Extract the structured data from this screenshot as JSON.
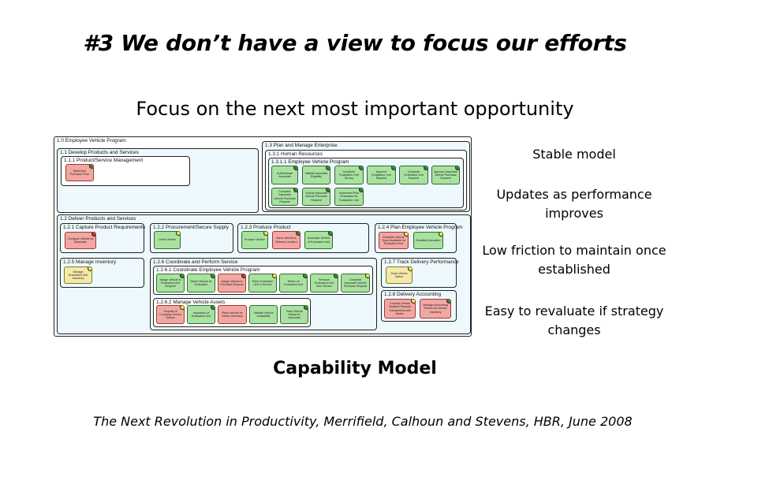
{
  "slide": {
    "title": "#3 We don’t have a view to focus our efforts",
    "subtitle": "Focus on the next most important opportunity",
    "model_caption": "Capability Model",
    "citation": "The Next Revolution in Productivity, Merrifield, Calhoun and Stevens, HBR, June 2008"
  },
  "benefits": [
    "Stable model",
    "Updates as performance improves",
    "Low friction to maintain once established",
    "Easy to revaluate if strategy changes"
  ],
  "colors": {
    "capability_green": "#a9e2a0",
    "capability_red": "#f1a8a2",
    "capability_yellow": "#f4e9a8",
    "status_green": "#3a8a3a",
    "status_yellow": "#f4ee40",
    "status_red": "#c83a2a",
    "container_fill": "#eef9fd"
  },
  "model": {
    "root": "1.0 Employee Vehicle Program",
    "develop": {
      "label": "1.1 Develop Products and Services",
      "product_mgmt": "1.1.1 Product/Service Management",
      "caps": [
        "Determine Purchase Price"
      ]
    },
    "plan": {
      "label": "1.3 Plan and Manage Enterprise",
      "hr": "1.3.1 Human Resources",
      "evp": "1.3.1.1 Employee Vehicle Program",
      "caps": [
        "Authenticate Associate",
        "Validate Associate Eligibility",
        "Complete Evaluation Unit Survey",
        "Approve Evaluation Unit Request",
        "Complete Evaluation Unit Request",
        "Approve Associate Vehicle Purchase Request",
        "Complete Associate Vehicle Purchase Request",
        "Submit Associate Vehicle Purchase Request",
        "Implement Pilot Evaluation for Evaluation Unit"
      ]
    },
    "deliver": {
      "label": "1.2 Deliver Products and Services",
      "capture": {
        "label": "1.2.1 Capture Product Requirements",
        "caps": [
          "Configure Vehicle for Associate"
        ]
      },
      "procure": {
        "label": "1.2.2 Procurement/Secure Supply",
        "caps": [
          "Order Vehicle"
        ]
      },
      "produce": {
        "label": "1.2.3 Produce Product",
        "caps": [
          "Produce Vehicle",
          "Move Vehicle to Delivery Location",
          "Associate Vehicle of Evaluation Unit"
        ]
      },
      "planEVP": {
        "label": "1.2.4 Plan Employee Vehicle Program",
        "caps": [
          "Establish Vehicle Types Available for Evaluation Unit",
          "Establish Allocation"
        ]
      },
      "inventory": {
        "label": "1.2.5 Manage Inventory",
        "caps": [
          "Manage Evaluation Unit Inventory"
        ]
      },
      "coordinate": {
        "label": "1.2.6 Coordinate and Perform Service",
        "cevp": "1.2.6.1 Coordinate Employee Vehicle Program",
        "cevp_caps": [
          "Assign Vehicle to Evaluation Unit Request",
          "Select Vehicle for Evaluation",
          "Assign Vehicle to Purchase Request",
          "Place Evaluation Unit In Service",
          "Return of Evaluation Unit",
          "Remove Evaluation Unit from Service",
          "Complete Associate Vehicle Purchase Request"
        ],
        "mva": "1.2.6.2 Manage Vehicle Assets",
        "mva_caps": [
          "Dispose of Company Owned Vehicle",
          "Inspection of Evaluation Unit",
          "Place Vehicle for Dealer Inventory",
          "Validate Vehicle Availability",
          "Track Vehicle Status for Associate"
        ]
      },
      "track": {
        "label": "1.2.7 Track Delivery Performance",
        "caps": [
          "Track Vehicle Status"
        ]
      },
      "accounting": {
        "label": "1.2.8 Delivery Accounting",
        "caps": [
          "Conduct Vehicle Related Financial Transactions with Dealer",
          "Manage Accounting Entries for Vehicle Inventory"
        ]
      }
    }
  }
}
